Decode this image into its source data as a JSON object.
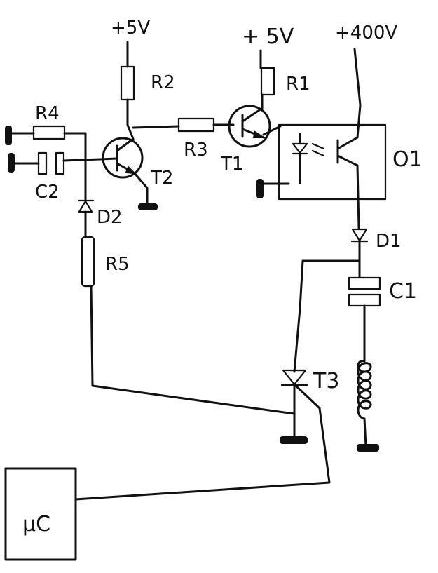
{
  "supplies": {
    "r2_supply": "+5V",
    "r1_supply": "+ 5V",
    "hv_supply": "+400V"
  },
  "components": {
    "r1": "R1",
    "r2": "R2",
    "r3": "R3",
    "r4": "R4",
    "r5": "R5",
    "c1": "C1",
    "c2": "C2",
    "d1": "D1",
    "d2": "D2",
    "t1": "T1",
    "t2": "T2",
    "t3": "T3",
    "o1": "O1",
    "uc": "µC"
  }
}
